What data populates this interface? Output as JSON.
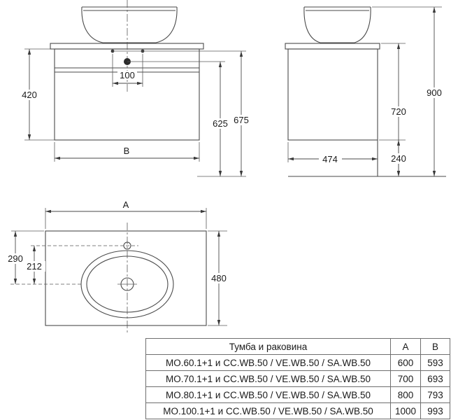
{
  "page": {
    "background": "#ffffff",
    "line_color": "#4a4a4a",
    "text_color": "#1a1a1a"
  },
  "views": {
    "front": {
      "dim_height_420": "420",
      "dim_spacing_100": "100",
      "dim_height_625": "625",
      "dim_height_675": "675",
      "dim_width_B": "B"
    },
    "side": {
      "dim_depth_474": "474",
      "dim_clearance_240": "240",
      "dim_height_720": "720",
      "dim_height_900": "900"
    },
    "plan": {
      "dim_width_A": "A",
      "dim_offset_290": "290",
      "dim_offset_212": "212",
      "dim_depth_480": "480"
    }
  },
  "table": {
    "headers": {
      "name": "Тумба и раковина",
      "a": "A",
      "b": "B"
    },
    "rows": [
      {
        "name": "MO.60.1+1 и CC.WB.50 / VE.WB.50 / SA.WB.50",
        "a": "600",
        "b": "593"
      },
      {
        "name": "MO.70.1+1 и CC.WB.50 / VE.WB.50 / SA.WB.50",
        "a": "700",
        "b": "693"
      },
      {
        "name": "MO.80.1+1 и CC.WB.50 / VE.WB.50 / SA.WB.50",
        "a": "800",
        "b": "793"
      },
      {
        "name": "MO.100.1+1 и CC.WB.50 / VE.WB.50 / SA.WB.50",
        "a": "1000",
        "b": "993"
      }
    ]
  }
}
